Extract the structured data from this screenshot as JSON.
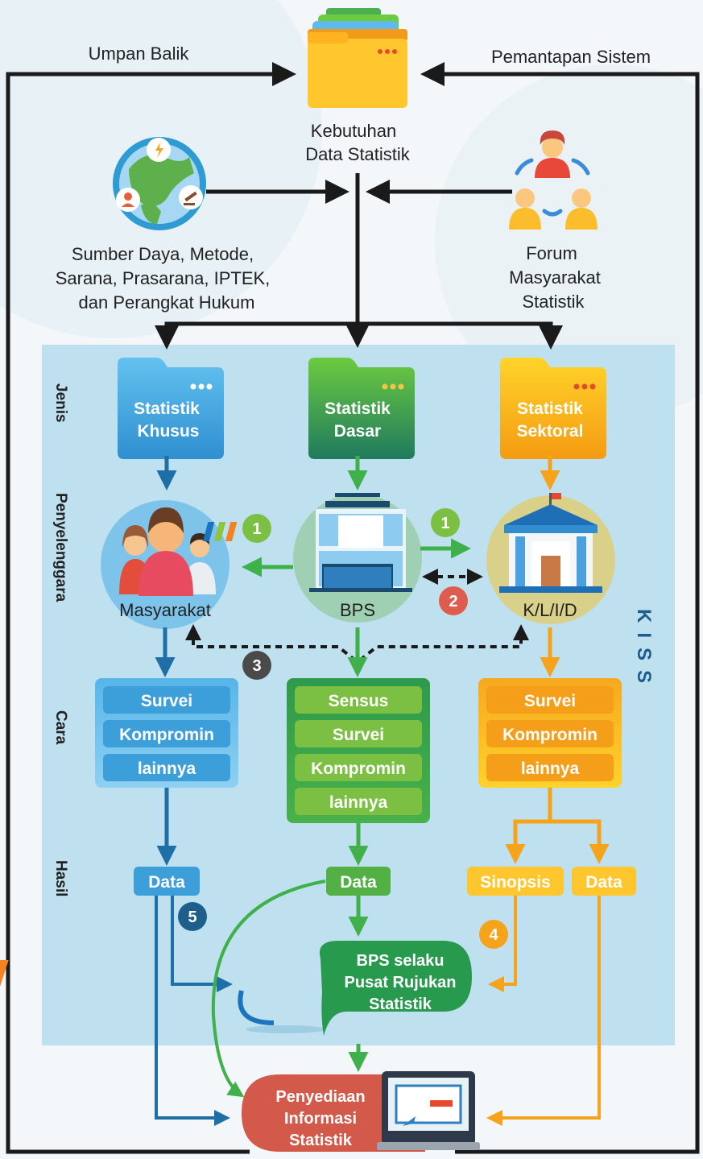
{
  "top": {
    "left_label": "Umpan Balik",
    "right_label": "Pemantapan Sistem",
    "center_lines": [
      "Kebutuhan",
      "Data Statistik"
    ]
  },
  "inputs": {
    "resources_lines": [
      "Sumber Daya, Metode,",
      "Sarana, Prasarana, IPTEK,",
      "dan Perangkat Hukum"
    ],
    "forum_lines": [
      "Forum",
      "Masyarakat",
      "Statistik"
    ]
  },
  "kiss_label": "KISS",
  "row_labels": {
    "jenis": "Jenis",
    "penyelenggara": "Penyelenggara",
    "cara": "Cara",
    "hasil": "Hasil"
  },
  "columns": {
    "khusus": {
      "title_lines": [
        "Statistik",
        "Khusus"
      ],
      "organizer": "Masyarakat",
      "methods": [
        "Survei",
        "Kompromin",
        "lainnya"
      ],
      "results": [
        "Data"
      ],
      "color": "#4aa8dc"
    },
    "dasar": {
      "title_lines": [
        "Statistik",
        "Dasar"
      ],
      "organizer": "BPS",
      "methods": [
        "Sensus",
        "Survei",
        "Kompromin",
        "lainnya"
      ],
      "results": [
        "Data"
      ],
      "color": "#2e9a4c"
    },
    "sektoral": {
      "title_lines": [
        "Statistik",
        "Sektoral"
      ],
      "organizer": "K/L/I/D",
      "methods": [
        "Survei",
        "Kompromin",
        "lainnya"
      ],
      "results": [
        "Sinopsis",
        "Data"
      ],
      "color": "#f4a31b"
    }
  },
  "badges": [
    "1",
    "1",
    "2",
    "3",
    "4",
    "5"
  ],
  "center_box_lines": [
    "BPS selaku",
    "Pusat Rujukan",
    "Statistik"
  ],
  "output_lines": [
    "Penyediaan",
    "Informasi",
    "Statistik"
  ],
  "colors": {
    "blue": "#4aa8dc",
    "green": "#2e9a4c",
    "orange": "#f4a31b",
    "red": "#d35a4a",
    "panel": "#bfe0ef",
    "dark": "#1a1a1a"
  }
}
